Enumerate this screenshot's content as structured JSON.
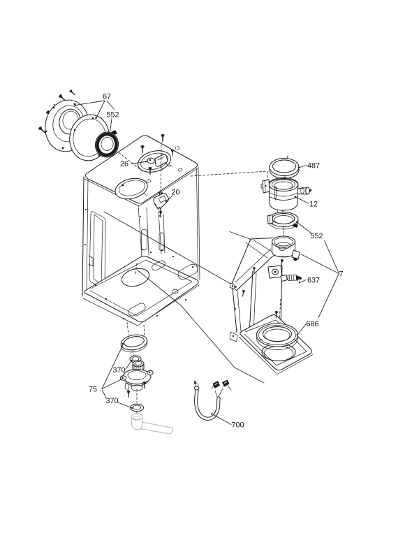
{
  "diagram": {
    "type": "exploded-parts-diagram",
    "background": "#ffffff",
    "ink": "#1a1a1a",
    "muted_gray": "#b3b3b3",
    "labels": {
      "n67": "67",
      "n552_left": "552",
      "n26": "26",
      "n20": "20",
      "n487": "487",
      "n12": "12",
      "n552_right": "552",
      "n7": "7",
      "n637": "637",
      "n686": "686",
      "n370_upper": "370",
      "n75": "75",
      "n370_lower": "370",
      "n700": "700"
    }
  }
}
